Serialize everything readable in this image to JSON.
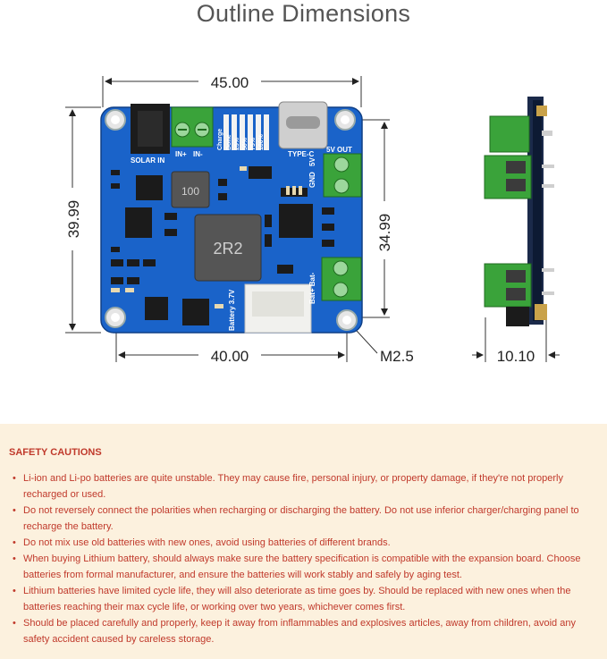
{
  "title": "Outline Dimensions",
  "dimensions": {
    "top_width": "45.00",
    "bottom_width": "40.00",
    "left_height": "39.99",
    "right_height": "34.99",
    "hole": "M2.5",
    "side_thickness": "10.10"
  },
  "board_labels": {
    "solar_in": "SOLAR IN",
    "in_plus": "IN+",
    "in_minus": "IN-",
    "charge": "Charge",
    "done": "Done",
    "p25": "25%",
    "p50": "50%",
    "p75": "75%",
    "p100": "100%",
    "type_c": "TYPE-C",
    "five_v_out": "5V OUT",
    "gnd": "GND",
    "five_v": "5V",
    "battery": "Battery 3.7V",
    "bat": "Bat+ Bat-",
    "inductor_small": "100",
    "inductor_large": "2R2"
  },
  "safety": {
    "heading": "SAFETY CAUTIONS",
    "items": [
      "Li-ion and Li-po batteries are quite unstable. They may cause fire, personal injury, or property damage, if they're not properly recharged or used.",
      "Do not reversely connect the polarities when recharging or discharging the battery. Do not use inferior charger/charging panel to recharge the battery.",
      "Do not mix use old batteries with new ones, avoid using batteries of different brands.",
      "When buying Lithium battery, should always make sure the battery specification is compatible with the expansion board. Choose batteries from formal manufacturer, and ensure the batteries will work stably and safely by aging test.",
      "Lithium batteries have limited cycle life, they will also deteriorate as time goes by. Should be replaced with new ones when the batteries reaching their max cycle life, or working over two years, whichever comes first.",
      "Should be placed carefully and properly, keep it away from inflammables and explosives articles, away from children, avoid any safety accident caused by careless storage."
    ]
  }
}
